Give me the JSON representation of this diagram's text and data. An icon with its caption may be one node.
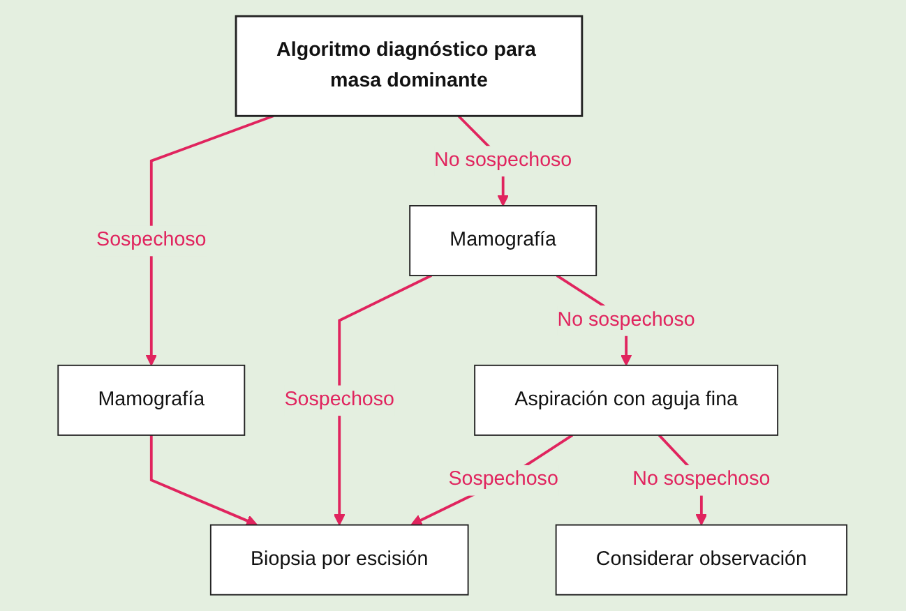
{
  "diagram": {
    "nodes": [
      {
        "text": [
          "Algoritmo diagnóstico para masa dominante"
        ]
      },
      {
        "text": [
          "Mamografía"
        ]
      },
      {
        "text": [
          "Mamografía"
        ]
      },
      {
        "text": [
          "Biopsia por escisión"
        ]
      },
      {
        "text": [
          "Aspiración con aguja fina"
        ]
      },
      {
        "text": [
          "Considerar observación"
        ]
      }
    ],
    "edges": [
      {
        "from": 0,
        "to": 1,
        "arrow": "to",
        "label": "Sospechoso"
      },
      {
        "from": 0,
        "to": 2,
        "arrow": "to",
        "label": "No sospechoso"
      },
      {
        "from": 1,
        "to": 3,
        "arrow": "to"
      },
      {
        "from": 2,
        "to": 3,
        "arrow": "to",
        "label": "Sospechoso"
      },
      {
        "from": 2,
        "to": 4,
        "arrow": "to",
        "label": "No sospechoso"
      },
      {
        "from": 4,
        "to": 3,
        "arrow": "to",
        "label": "Sospechoso"
      },
      {
        "from": 4,
        "to": 5,
        "arrow": "to",
        "label": "No sospechoso"
      }
    ]
  }
}
